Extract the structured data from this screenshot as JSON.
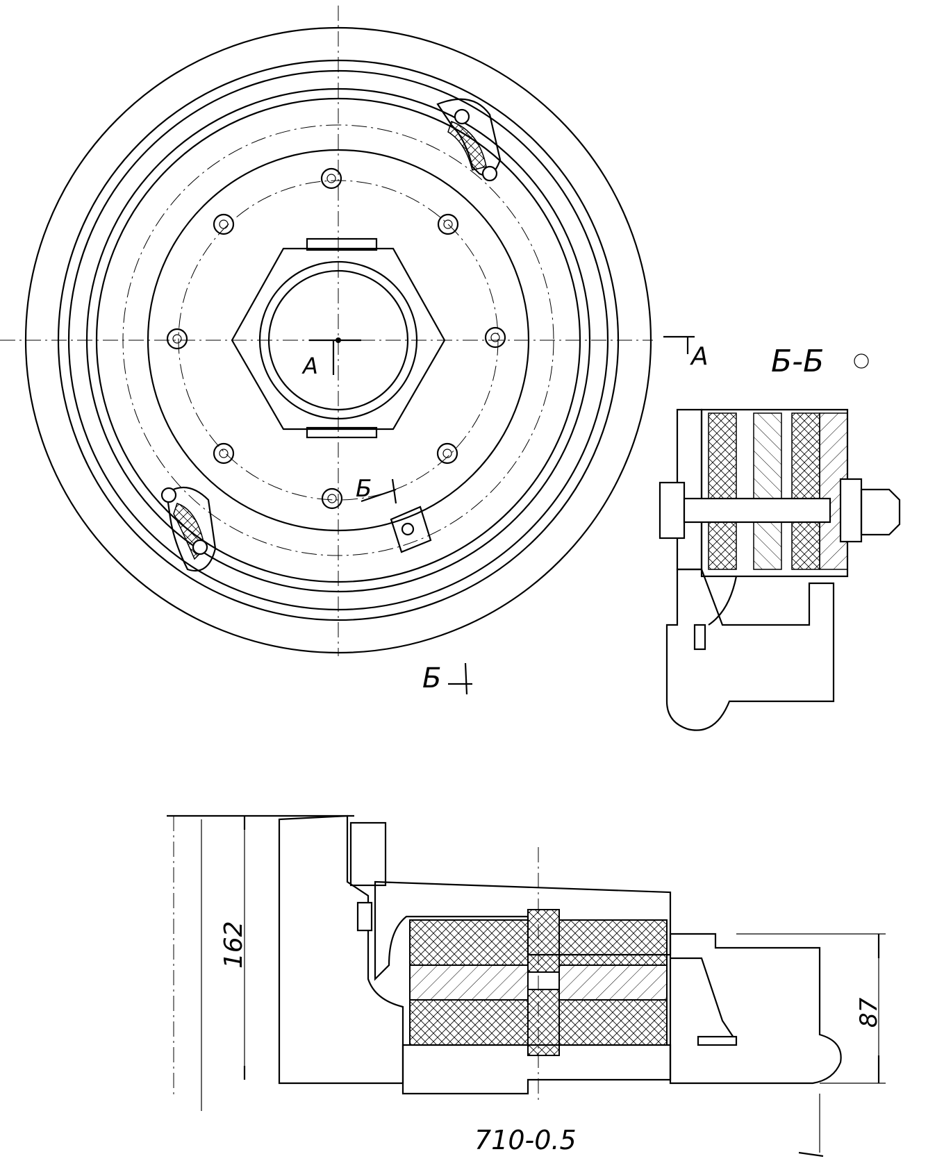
{
  "labels": {
    "section_a_right": "A",
    "section_a_center": "A",
    "section_b_inner": "Б",
    "section_b_bottom": "Б",
    "view_title": "Б-Б"
  },
  "dimensions": {
    "height_left": "162",
    "height_right": "87",
    "diameter_bottom": "710-0.5"
  }
}
